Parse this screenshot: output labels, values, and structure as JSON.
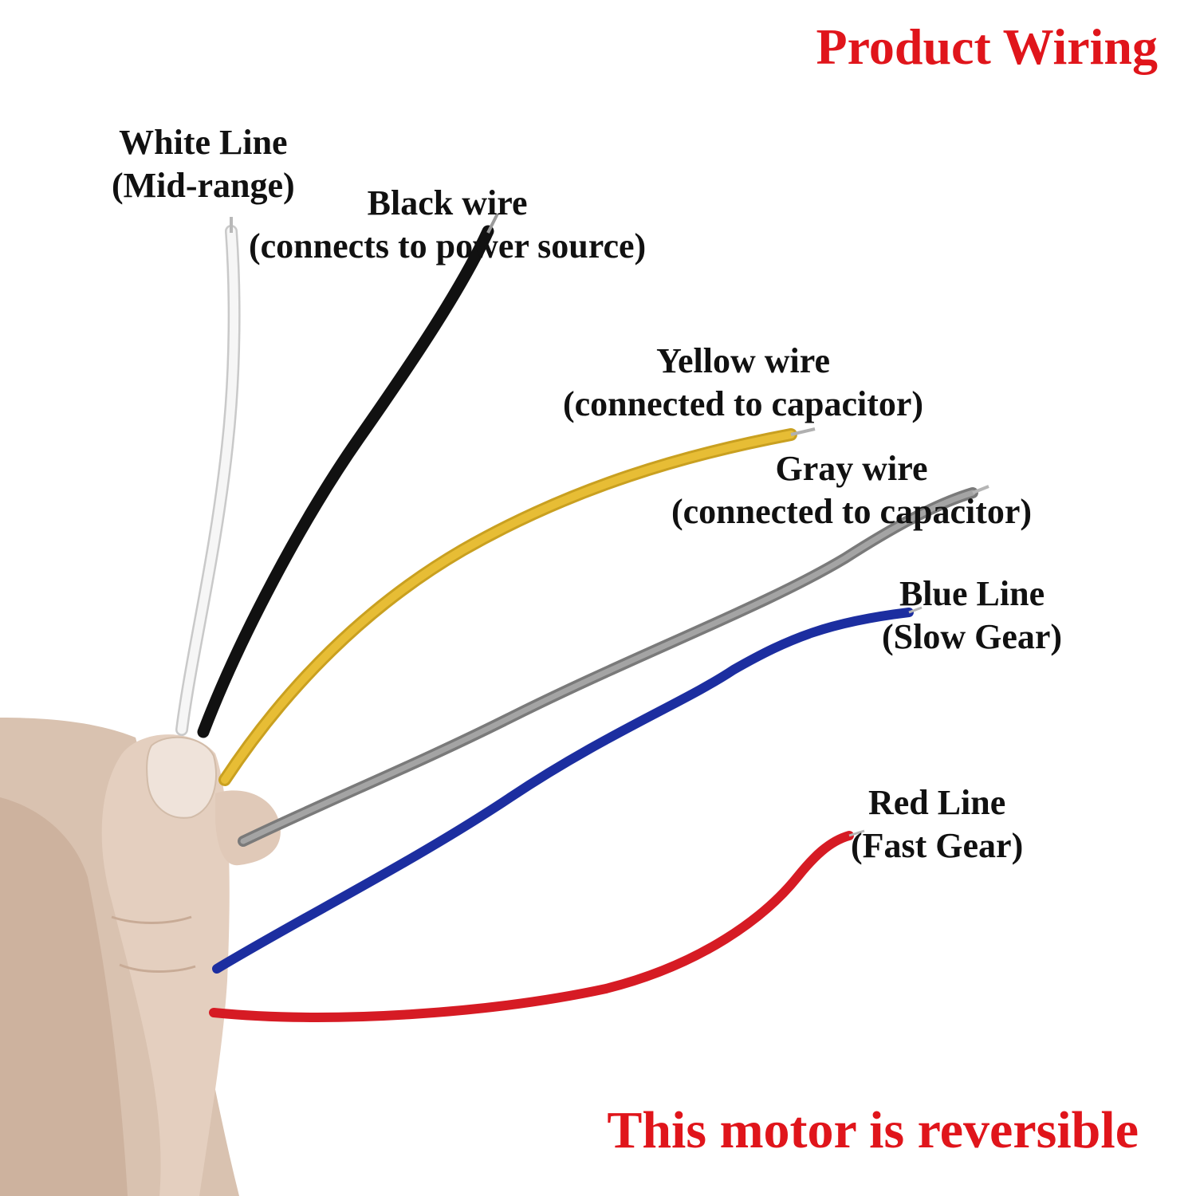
{
  "title": "Product Wiring",
  "footer": "This motor is reversible",
  "colors": {
    "title": "#e0151b",
    "footer": "#e0151b",
    "label_text": "#111111"
  },
  "wires": [
    {
      "id": "white",
      "name": "White Line",
      "desc": "(Mid-range)",
      "color": "#f4f4f4"
    },
    {
      "id": "black",
      "name": "Black wire",
      "desc": "(connects to power source)",
      "color": "#111111"
    },
    {
      "id": "yellow",
      "name": "Yellow wire",
      "desc": "(connected to capacitor)",
      "color": "#e3b52a"
    },
    {
      "id": "gray",
      "name": "Gray wire",
      "desc": "(connected to capacitor)",
      "color": "#8a8a8a"
    },
    {
      "id": "blue",
      "name": "Blue Line",
      "desc": "(Slow Gear)",
      "color": "#1c2ea0"
    },
    {
      "id": "red",
      "name": "Red Line",
      "desc": "(Fast Gear)",
      "color": "#d61b24"
    }
  ]
}
